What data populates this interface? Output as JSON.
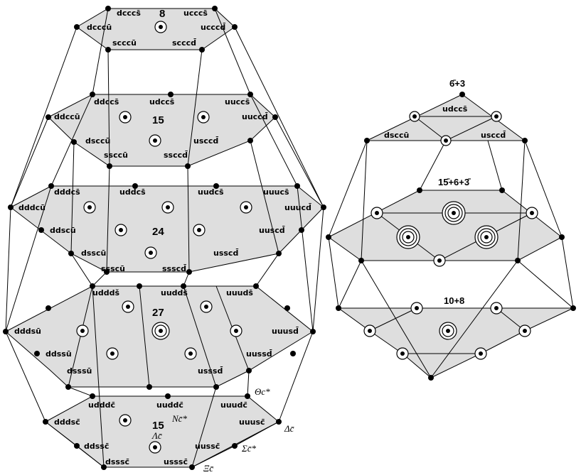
{
  "left_multiplets": {
    "top": {
      "number": "8",
      "states": {
        "tl": "dcccs̄",
        "tr": "ucccs̄",
        "ml": "dcccū",
        "mr": "ucccd̄",
        "bl": "scccū",
        "br": "scccd̄"
      }
    },
    "second": {
      "number": "15",
      "states": {
        "t1": "ddccs̄",
        "t2": "udccs̄",
        "t3": "uuccs̄",
        "ml": "ddccū",
        "mr": "uuccd̄",
        "b1": "dsccū",
        "b2": "usccd̄",
        "c1": "ssccū",
        "c2": "ssccd̄"
      }
    },
    "third": {
      "number": "24",
      "states": {
        "t1": "dddcs̄",
        "t2": "uddcs̄",
        "t3": "uudcs̄",
        "t4": "uuucs̄",
        "ml": "dddcū",
        "mr": "uuucd̄",
        "l2": "ddscū",
        "r2": "uuscd̄",
        "b1": "dsscū",
        "b2": "usscd̄",
        "c1": "ssscū",
        "c2": "ssscd̄"
      }
    },
    "fourth": {
      "number": "27",
      "states": {
        "t1": "udddš",
        "t2": "uudds̄",
        "t3": "uuuds̄",
        "ml": "dddsū",
        "mr": "uuusd̄",
        "l2": "ddssū",
        "r2": "uussd̄",
        "b1": "dsssū",
        "b2": "usssd̄"
      }
    },
    "bottom": {
      "number": "15",
      "states": {
        "t1": "udddc̄",
        "t2": "uuddc̄",
        "t3": "uuudc̄",
        "ml": "dddsc̄",
        "mr": "uuusc̄",
        "l2": "ddssc̄",
        "r2": "uussc̄",
        "b1": "dsssc̄",
        "b2": "usssc̄"
      }
    },
    "particle_labels": {
      "theta": "Θc*",
      "n": "Nc̄*",
      "lambda": "Λc̄",
      "delta": "Δc̄",
      "sigma": "Σc̄*",
      "xi": "Ξc̄"
    }
  },
  "right_multiplets": {
    "top": {
      "label": "6̄+3",
      "state": "udccs̄",
      "b1": "dsccū",
      "b2": "usccd̄"
    },
    "middle": {
      "label": "15̄+6+3̄"
    },
    "bottom": {
      "label": "10+8"
    }
  }
}
